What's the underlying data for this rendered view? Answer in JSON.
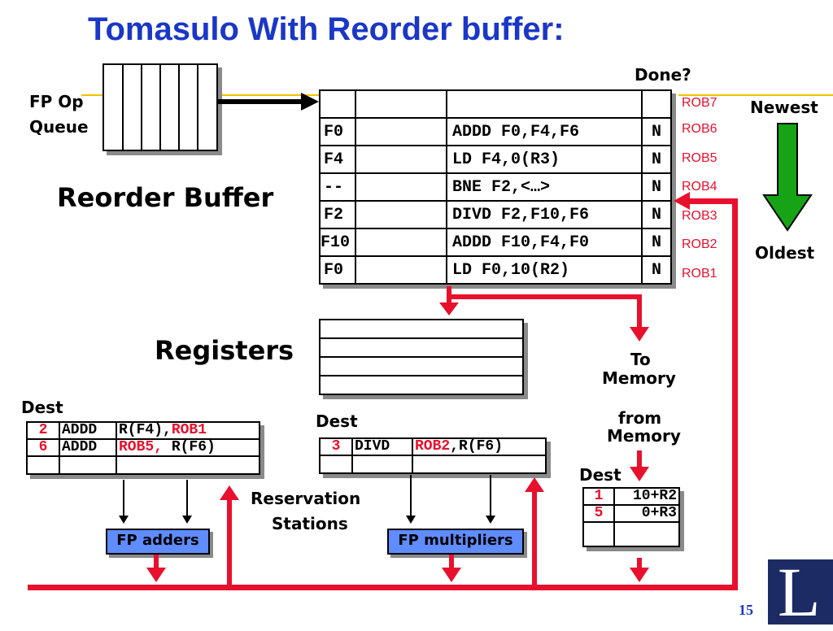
{
  "title": "Tomasulo With Reorder buffer:",
  "labels": {
    "fp_op_queue_1": "FP Op",
    "fp_op_queue_2": "Queue",
    "done": "Done?",
    "newest": "Newest",
    "oldest": "Oldest",
    "reorder_buffer": "Reorder Buffer",
    "registers": "Registers",
    "to_memory_1": "To",
    "to_memory_2": "Memory",
    "from_memory_1": "from",
    "from_memory_2": "Memory",
    "dest_left": "Dest",
    "dest_mid": "Dest",
    "dest_right": "Dest",
    "reservation_1": "Reservation",
    "reservation_2": "Stations",
    "fp_adders": "FP adders",
    "fp_multipliers": "FP multipliers",
    "page_number": "15",
    "logo_letter": "L"
  },
  "rob": [
    {
      "tag": "ROB7",
      "reg": "",
      "val": "",
      "inst": "",
      "done": ""
    },
    {
      "tag": "ROB6",
      "reg": "F0",
      "val": "",
      "inst": "ADDD F0,F4,F6",
      "done": "N"
    },
    {
      "tag": "ROB5",
      "reg": "F4",
      "val": "",
      "inst": "LD F4,0(R3)",
      "done": "N"
    },
    {
      "tag": "ROB4",
      "reg": "--",
      "val": "",
      "inst": "BNE F2,<…>",
      "done": "N"
    },
    {
      "tag": "ROB3",
      "reg": "F2",
      "val": "",
      "inst": "DIVD F2,F10,F6",
      "done": "N"
    },
    {
      "tag": "ROB2",
      "reg": "F10",
      "val": "",
      "inst": "ADDD F10,F4,F0",
      "done": "N"
    },
    {
      "tag": "ROB1",
      "reg": "F0",
      "val": "",
      "inst": "LD F0,10(R2)",
      "done": "N"
    }
  ],
  "rs_adders": [
    {
      "dest": "2",
      "op": "ADDD",
      "v1": "R(F4),",
      "v2": "ROB1"
    },
    {
      "dest": "6",
      "op": "ADDD",
      "v1": "ROB5,",
      "v2": " R(F6)"
    }
  ],
  "rs_mult": [
    {
      "dest": "3",
      "op": "DIVD",
      "v1": "ROB2",
      "v2": ",R(F6)"
    }
  ],
  "load_buffer": [
    {
      "dest": "1",
      "addr": "10+R2"
    },
    {
      "dest": "5",
      "addr": "0+R3"
    }
  ],
  "colors": {
    "title": "#1a37c7",
    "accent_red": "#e8112d",
    "unit_blue": "#5f8cff",
    "arrow_green": "#16a316",
    "logo_navy": "#1c2b63"
  }
}
